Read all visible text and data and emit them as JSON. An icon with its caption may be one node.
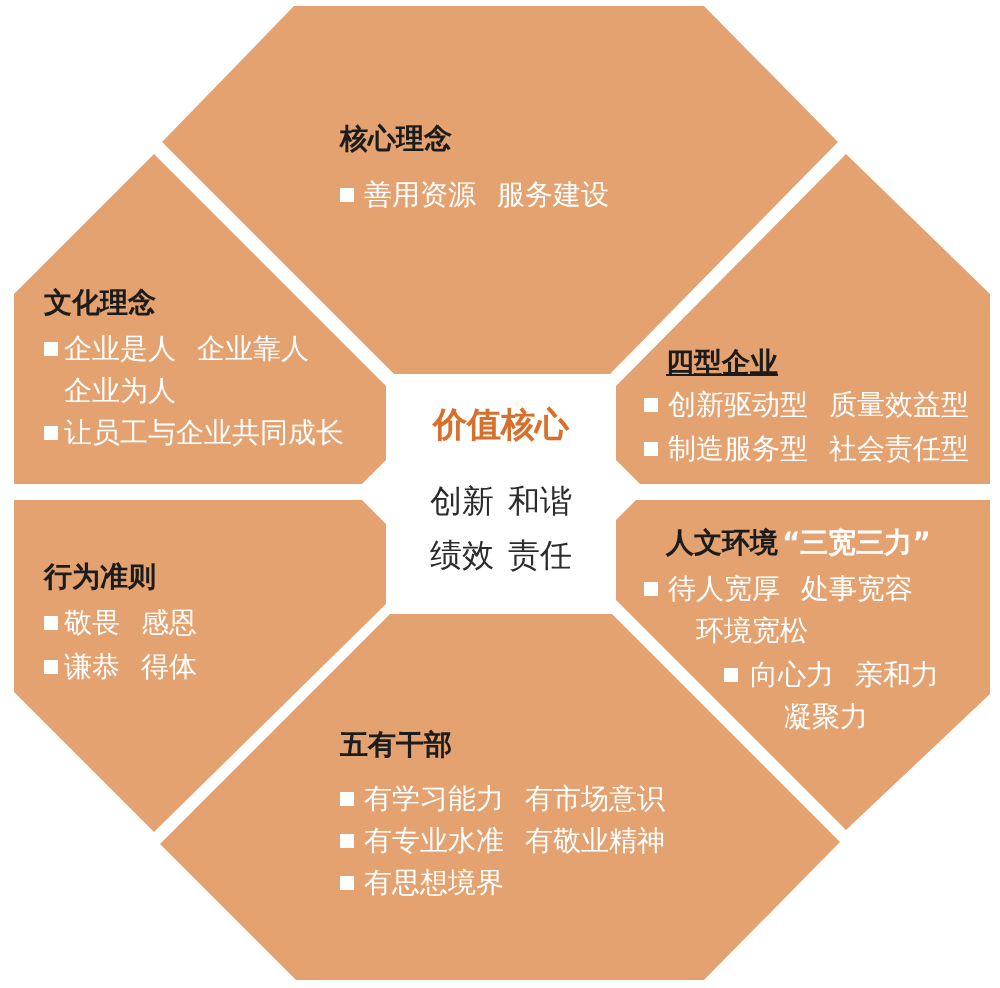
{
  "diagram": {
    "nodes": [
      {
        "text": [
          "核心理念",
          "善用资源 服务建设"
        ]
      },
      {
        "text": [
          "文化理念",
          "企业是人 企业靠人企业为人",
          "让员工与企业共同成长"
        ]
      },
      {
        "text": [
          "四型企业",
          "创新驱动型 质量效益型",
          "制造服务型 社会责任型"
        ]
      },
      {
        "text": [
          "价值核心",
          "创新 和谐",
          "绩效 责任"
        ]
      },
      {
        "text": [
          "行为准则",
          "敬畏 感恩",
          "谦恭 得体"
        ]
      },
      {
        "text": [
          "人文环境",
          "“三宽三力”",
          "待人宽厚 处事宽容环境宽松",
          "向心力 亲和力凝聚力"
        ]
      },
      {
        "text": [
          "五有干部",
          "有学习能力 有市场意识",
          "有专业水准 有敬业精神",
          "有思想境界"
        ]
      }
    ]
  }
}
